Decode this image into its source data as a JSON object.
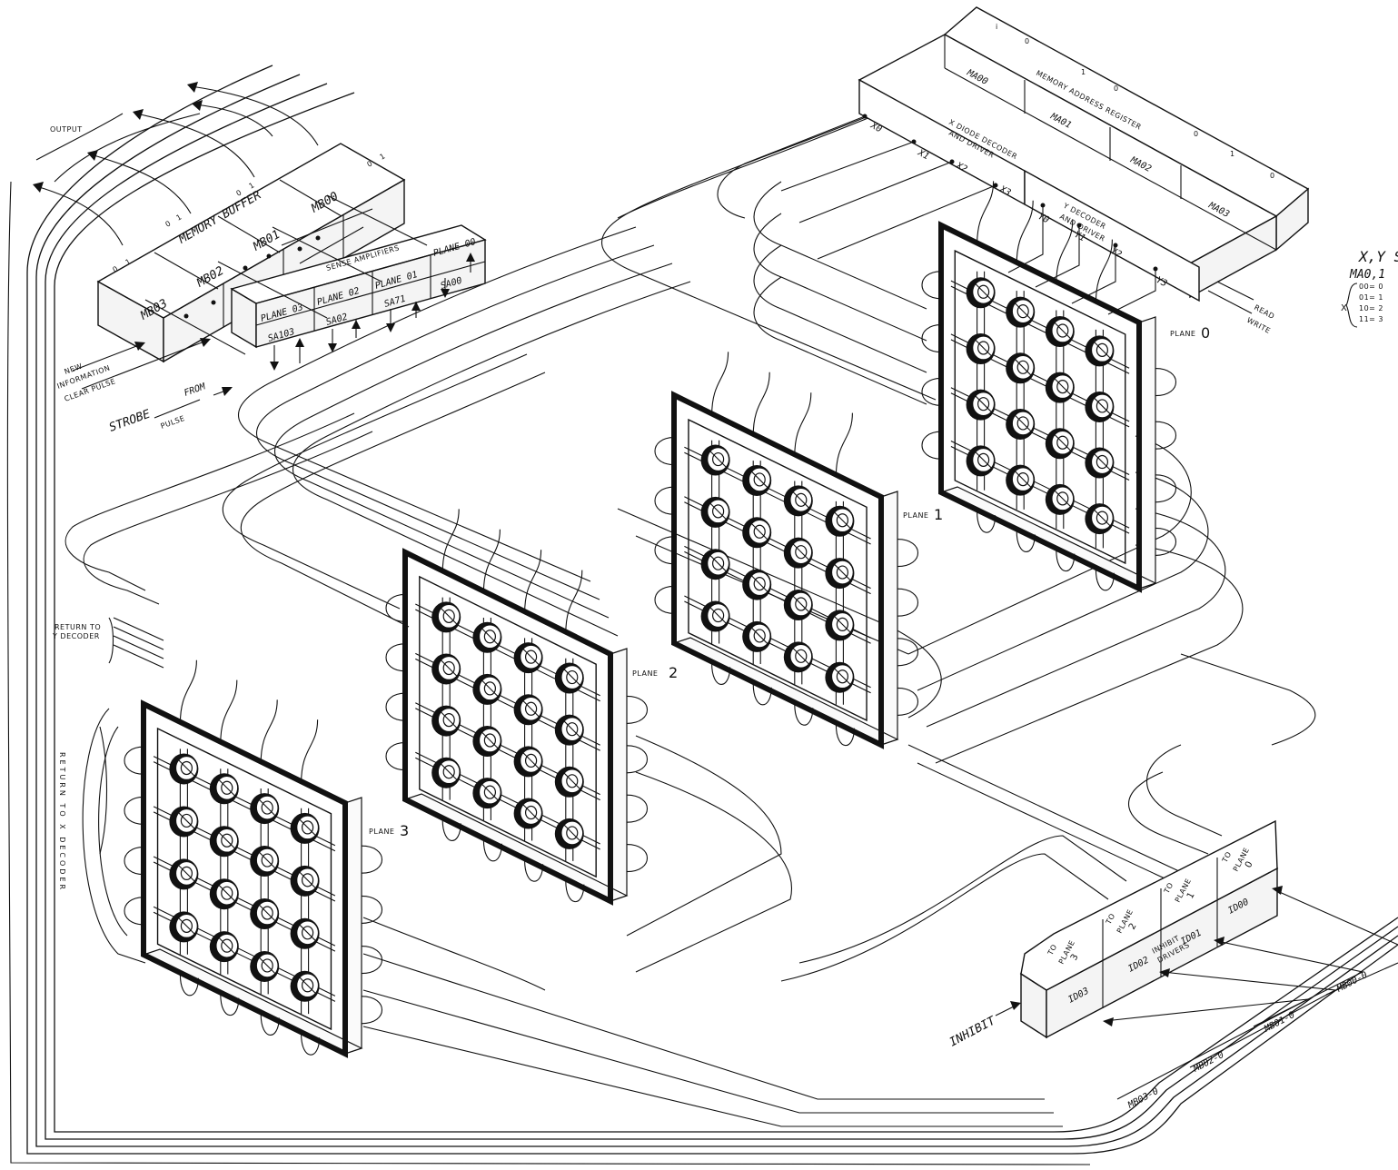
{
  "diagram": {
    "output_label": "OUTPUT",
    "memory_buffer": {
      "title": "MEMORY BUFFER",
      "bit_labels": [
        "0",
        "1",
        "0",
        "1",
        "0",
        "1",
        "0",
        "1"
      ],
      "registers": [
        "MB03",
        "MB02",
        "MB01",
        "MB00"
      ]
    },
    "sense_amplifiers": {
      "title": "SENSE AMPLIFIERS",
      "planes": [
        "PLANE 03",
        "PLANE 02",
        "PLANE 01",
        "PLANE 00"
      ],
      "amps": [
        "SA103",
        "SA02",
        "SA71",
        "SA00"
      ]
    },
    "new_information": "NEW",
    "information": "INFORMATION",
    "clear_pulse": "CLEAR PULSE",
    "strobe": "STROBE",
    "from": "FROM",
    "pulse": "PULSE",
    "memory_address_register": {
      "title": "MEMORY ADDRESS REGISTER",
      "bit_labels": [
        "i",
        "0",
        "1",
        "0",
        "0",
        "1",
        "0"
      ],
      "registers": [
        "MA00",
        "MA01",
        "MA02",
        "MA03"
      ]
    },
    "x_decoder_line1": "X DIODE DECODER",
    "x_decoder_line2": "AND DRIVER",
    "y_decoder_line1": "Y DECODER",
    "y_decoder_line2": "AND DRIVER",
    "x_lines": [
      "X0",
      "X1",
      "X2",
      "X3"
    ],
    "y_lines": [
      "Y0",
      "Y1",
      "Y2",
      "Y3"
    ],
    "read": "READ",
    "write": "WRITE",
    "xy_select": {
      "title": "X,Y Se",
      "ma": "MA0,1",
      "x": "X",
      "rows": [
        "00= 0",
        "01= 1",
        "10= 2",
        "11= 3"
      ]
    },
    "planes": [
      {
        "label": "PLANE",
        "number": "0"
      },
      {
        "label": "PLANE",
        "number": "1"
      },
      {
        "label": "PLANE",
        "number": "2"
      },
      {
        "label": "PLANE",
        "number": "3"
      }
    ],
    "return_to_y_line1": "RETURN TO",
    "return_to_y_line2": "Y DECODER",
    "return_to_x_vertical": "RETURN TO X DECODER",
    "inhibit_drivers": {
      "title_line1": "INHIBIT",
      "title_line2": "DRIVERS",
      "to": "TO",
      "plane": "PLANE",
      "targets": [
        "3",
        "2",
        "1",
        "0"
      ],
      "drivers": [
        "ID03",
        "ID02",
        "ID01",
        "ID00"
      ]
    },
    "inhibit": "INHIBIT",
    "mb_inputs": [
      "MB03-0",
      "MB02-0",
      "MB01-0",
      "MB00-0"
    ]
  }
}
